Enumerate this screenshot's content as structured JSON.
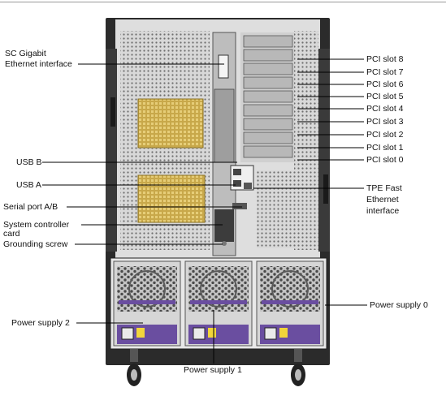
{
  "labels_left": {
    "sc_gigabit_line1": "SC Gigabit",
    "sc_gigabit_line2": "Ethernet  interface",
    "usb_b": "USB B",
    "usb_a": "USB A",
    "serial_port": "Serial port A/B",
    "system_controller_line1": "System controller",
    "system_controller_line2": "card",
    "grounding_screw": "Grounding screw",
    "power_supply_2": "Power supply 2"
  },
  "labels_right": {
    "pci_slot_8": "PCI slot 8",
    "pci_slot_7": "PCI slot 7",
    "pci_slot_6": "PCI slot 6",
    "pci_slot_5": "PCI slot 5",
    "pci_slot_4": "PCI slot 4",
    "pci_slot_3": "PCI slot 3",
    "pci_slot_2": "PCI slot 2",
    "pci_slot_1": "PCI slot 1",
    "pci_slot_0": "PCI slot 0",
    "tpe_line1": "TPE Fast",
    "tpe_line2": "Ethernet",
    "tpe_line3": "interface",
    "power_supply_0": "Power supply 0"
  },
  "labels_bottom": {
    "power_supply_1": "Power supply 1"
  },
  "colors": {
    "chassis": "#2b2b2b",
    "panel": "#e4e4e4",
    "vent_grille": "#c8a84a",
    "psu_accent": "#6a4ea0",
    "warning_label": "#f2d53a"
  }
}
